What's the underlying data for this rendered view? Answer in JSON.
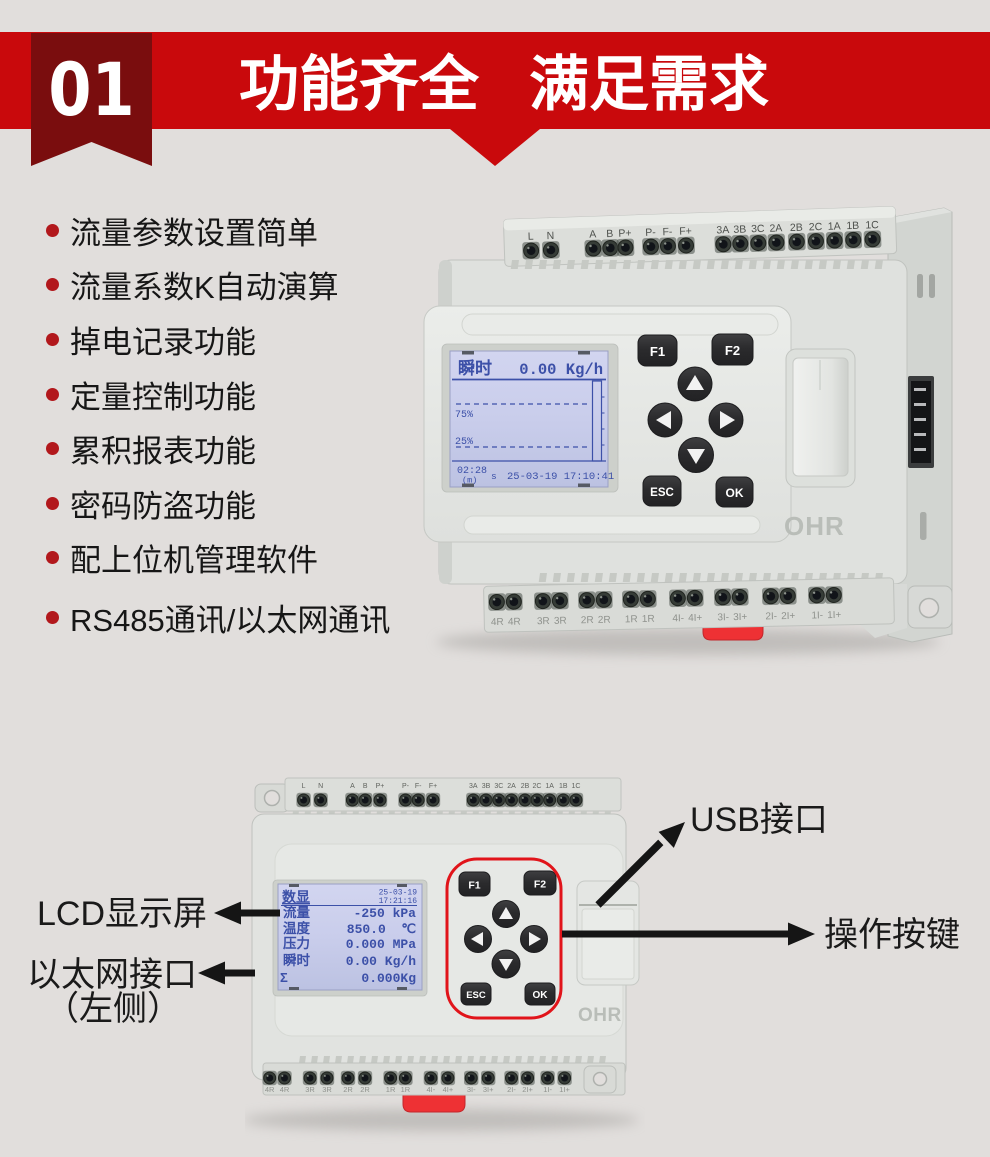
{
  "header": {
    "badge": "01",
    "title": "功能齐全   满足需求"
  },
  "features": {
    "items": [
      "流量参数设置简单",
      "流量系数K自动演算",
      "掉电记录功能",
      "定量控制功能",
      "累积报表功能",
      "密码防盗功能",
      "配上位机管理软件",
      "RS485通讯/以太网通讯"
    ]
  },
  "colors": {
    "banner_red": "#c9090c",
    "ribbon_dark_red": "#7a0d0e",
    "bullet_red": "#b2181c",
    "highlight_red": "#e1141a",
    "clip_red": "#ee3134",
    "page_bg": "#e1dedc",
    "lcd_bg": "#c9cdeb",
    "lcd_text_blue": "#3c50a8"
  },
  "device_main": {
    "top_terminals": [
      "L",
      "N",
      "A",
      "B",
      "P+",
      "P-",
      "F-",
      "F+",
      "3A",
      "3B",
      "3C",
      "2A",
      "2B",
      "2C",
      "1A",
      "1B",
      "1C"
    ],
    "bottom_terminals": [
      "4R",
      "4R",
      "3R",
      "3R",
      "2R",
      "2R",
      "1R",
      "1R",
      "4I-",
      "4I+",
      "3I-",
      "3I+",
      "2I-",
      "2I+",
      "1I-",
      "1I+"
    ],
    "keys": {
      "f1": "F1",
      "f2": "F2",
      "esc": "ESC",
      "ok": "OK"
    },
    "logo": "OHR",
    "screen": {
      "param": "瞬时",
      "value": "0.00 Kg/h",
      "pct75": "75%",
      "pct25": "25%",
      "elapsed": "02:28",
      "elapsed_unit": "(m)",
      "flag": "s",
      "datetime": "25-03-19 17:10:41"
    }
  },
  "device_front": {
    "top_terminals": [
      "L",
      "N",
      "A",
      "B",
      "P+",
      "P-",
      "F-",
      "F+",
      "3A",
      "3B",
      "3C",
      "2A",
      "2B",
      "2C",
      "1A",
      "1B",
      "1C"
    ],
    "bottom_terminals": [
      "4R",
      "4R",
      "3R",
      "3R",
      "2R",
      "2R",
      "1R",
      "1R",
      "4I-",
      "4I+",
      "3I-",
      "3I+",
      "2I-",
      "2I+",
      "1I-",
      "1I+"
    ],
    "keys": {
      "f1": "F1",
      "f2": "F2",
      "esc": "ESC",
      "ok": "OK"
    },
    "logo": "OHR",
    "screen": {
      "title": "数显",
      "date": "25-03-19",
      "time": "17:21:16",
      "rows": [
        {
          "label": "流量",
          "value": "-250 kPa"
        },
        {
          "label": "温度",
          "value": "850.0  ℃"
        },
        {
          "label": "压力",
          "value": "0.000 MPa"
        },
        {
          "label": "瞬时",
          "value": "0.00 Kg/h"
        },
        {
          "label": "Σ",
          "value": "0.000Kg"
        }
      ]
    }
  },
  "annotations": {
    "usb": "USB接口",
    "lcd": "LCD显示屏",
    "ethernet": "以太网接口",
    "ethernet_note": "（左侧）",
    "keys": "操作按键"
  }
}
